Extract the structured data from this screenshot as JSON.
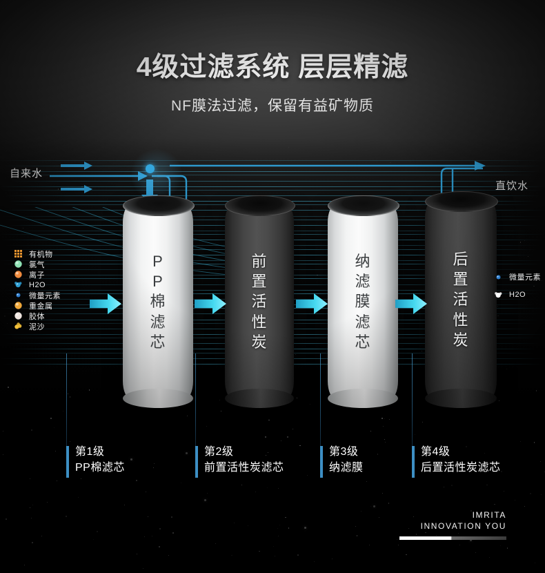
{
  "header": {
    "title": "4级过滤系统 层层精滤",
    "subtitle": "NF膜法过滤，保留有益矿物质"
  },
  "flow": {
    "inlet_label": "自来水",
    "outlet_label": "直饮水"
  },
  "colors": {
    "accent_blue": "#33a6dd",
    "arrow_cyan": "#3fd6ee",
    "line_blue": "#3cbee6",
    "step_bar": "#3d8fc4",
    "background": "#000000"
  },
  "legend_left": {
    "items": [
      {
        "label": "有机物",
        "icon": "organic-grid-icon",
        "color": "#e8932e"
      },
      {
        "label": "氯气",
        "icon": "chlorine-sphere-icon",
        "color": "#8fe3b5"
      },
      {
        "label": "离子",
        "icon": "ion-sphere-icon",
        "color": "#ef8b3e"
      },
      {
        "label": "H2O",
        "icon": "water-molecule-icon",
        "color": "#2e9fd4"
      },
      {
        "label": "微量元素",
        "icon": "trace-element-dot-icon",
        "color": "#2f7fd0"
      },
      {
        "label": "重金属",
        "icon": "heavy-metal-sphere-icon",
        "color": "#f0a83a"
      },
      {
        "label": "胶体",
        "icon": "colloid-sphere-icon",
        "color": "#f0e6e0"
      },
      {
        "label": "泥沙",
        "icon": "sediment-cluster-icon",
        "color": "#f2c03a"
      }
    ]
  },
  "legend_right": {
    "items": [
      {
        "label": "微量元素",
        "icon": "trace-element-dot-icon",
        "color": "#2f7fd0"
      },
      {
        "label": "H2O",
        "icon": "water-molecule-icon",
        "color": "#ffffff"
      }
    ]
  },
  "filters": [
    {
      "text": "P\nP\n棉\n滤\n芯",
      "tone": "light"
    },
    {
      "text": "前\n置\n活\n性\n炭",
      "tone": "dark"
    },
    {
      "text": "纳\n滤\n膜\n滤\n芯",
      "tone": "light"
    },
    {
      "text": "后\n置\n活\n性\n炭",
      "tone": "dark"
    }
  ],
  "steps": [
    {
      "num": "第1级",
      "name": "PP棉滤芯"
    },
    {
      "num": "第2级",
      "name": "前置活性炭滤芯"
    },
    {
      "num": "第3级",
      "name": "纳滤膜"
    },
    {
      "num": "第4级",
      "name": "后置活性炭滤芯"
    }
  ],
  "brand": {
    "name": "IMRITA",
    "tagline": "INNOVATION YOU"
  }
}
